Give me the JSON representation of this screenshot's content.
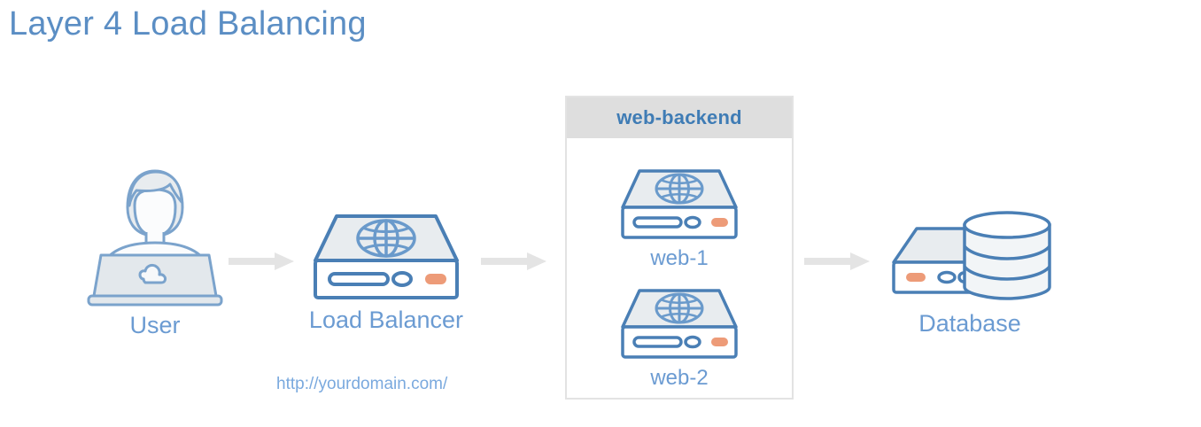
{
  "page": {
    "title": "Layer 4 Load Balancing",
    "background": "#ffffff"
  },
  "colors": {
    "title_blue": "#5b8ec4",
    "label_blue": "#6b9bd2",
    "sublabel_blue": "#7aa9de",
    "group_title_blue": "#3f7cb5",
    "icon_stroke": "#4a7fb5",
    "icon_fill": "#e8ecef",
    "icon_fill_light": "#f4f6f8",
    "led_orange": "#ed9b78",
    "arrow_gray": "#e4e4e4",
    "group_header_gray": "#dedede",
    "group_border_gray": "#e3e3e3"
  },
  "nodes": {
    "user": {
      "label": "User",
      "icon": "user-laptop-icon"
    },
    "load_balancer": {
      "label": "Load Balancer",
      "sublabel": "http://yourdomain.com/",
      "icon": "server-globe-icon"
    },
    "web_1": {
      "label": "web-1",
      "icon": "server-globe-icon"
    },
    "web_2": {
      "label": "web-2",
      "icon": "server-globe-icon"
    },
    "database": {
      "label": "Database",
      "icon": "database-cylinder-icon"
    }
  },
  "group": {
    "title": "web-backend"
  },
  "arrows": [
    {
      "name": "arrow-user-to-lb",
      "from": "user",
      "to": "load_balancer"
    },
    {
      "name": "arrow-lb-to-backend",
      "from": "load_balancer",
      "to": "web-backend"
    },
    {
      "name": "arrow-backend-to-db",
      "from": "web-backend",
      "to": "database"
    }
  ]
}
